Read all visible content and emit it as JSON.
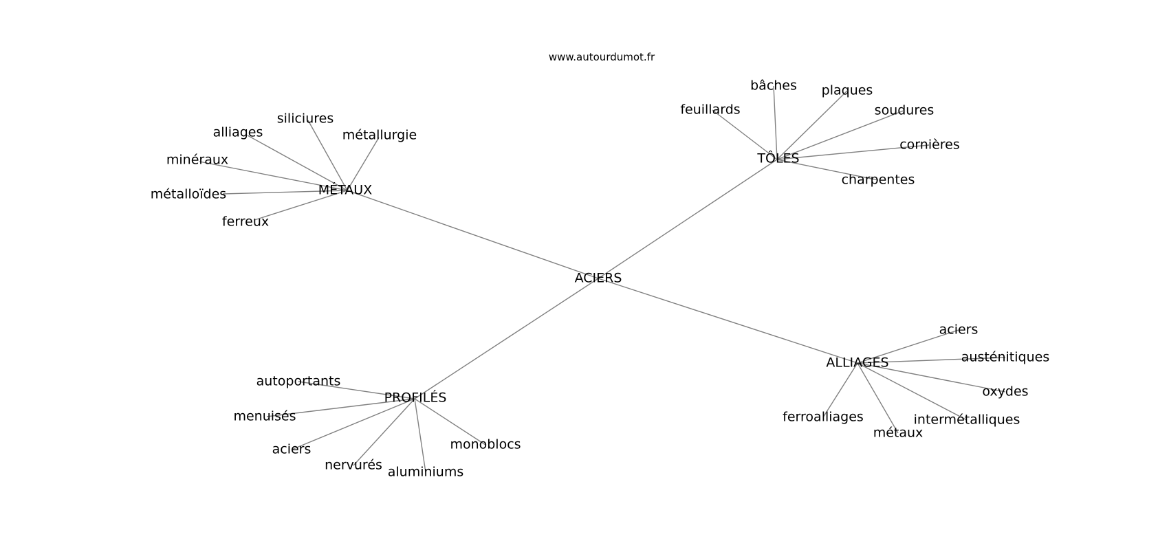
{
  "source": "www.autourdumot.fr",
  "center": {
    "label": "ACIERS"
  },
  "groups": [
    {
      "label": "MÉTAUX",
      "children": [
        "siliciures",
        "métallurgie",
        "alliages",
        "minéraux",
        "métalloïdes",
        "ferreux"
      ]
    },
    {
      "label": "TÔLES",
      "children": [
        "bâches",
        "plaques",
        "feuillards",
        "soudures",
        "cornières",
        "charpentes"
      ]
    },
    {
      "label": "PROFILÉS",
      "children": [
        "autoportants",
        "menuisés",
        "aciers",
        "nervurés",
        "aluminiums",
        "monoblocs"
      ]
    },
    {
      "label": "ALLIAGES",
      "children": [
        "aciers",
        "austénitiques",
        "oxydes",
        "intermétalliques",
        "métaux",
        "ferroalliages"
      ]
    }
  ]
}
